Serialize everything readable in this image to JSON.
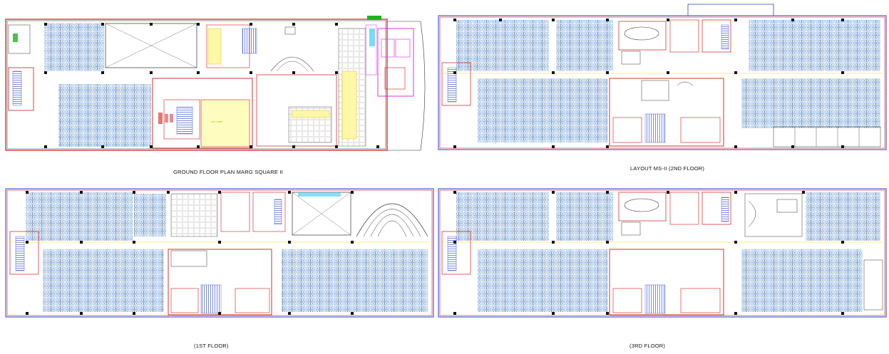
{
  "drawing": {
    "plans": [
      {
        "id": "ground",
        "caption": "GROUND FLOOR PLAN MARG SQUARE II"
      },
      {
        "id": "second",
        "caption": "LAYOUT MS-II  (2ND FLOOR)"
      },
      {
        "id": "first",
        "caption": "(1ST FLOOR)"
      },
      {
        "id": "third",
        "caption": "(3RD FLOOR)"
      }
    ],
    "colors": {
      "wall_red": "#d21b1b",
      "wall_dark": "#222222",
      "workstation_blue": "#3a7fd6",
      "chair_gray": "#8a8f96",
      "stair_blue": "#1f3fd1",
      "highlight_magenta": "#d81fd8",
      "highlight_yellow": "#f0e000",
      "highlight_green": "#19b519",
      "outline_blue": "#2a3bd8"
    }
  }
}
